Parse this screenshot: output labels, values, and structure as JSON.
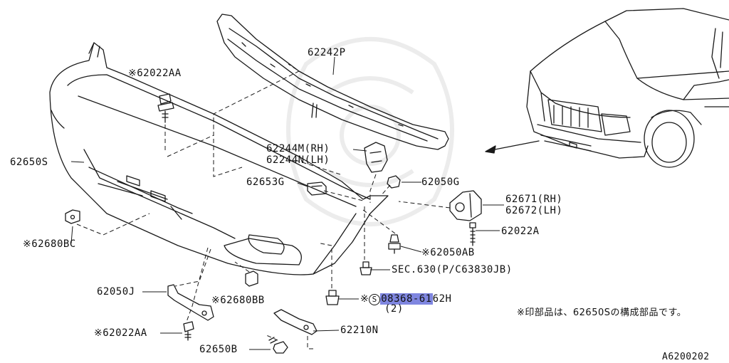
{
  "labels": {
    "p62022AA_top": "※62022AA",
    "p62242P": "62242P",
    "p62650S": "62650S",
    "p62244M": "62244M(RH)",
    "p62244N": "62244N(LH)",
    "p62653G": "62653G",
    "p62050G": "62050G",
    "p62671": "62671(RH)",
    "p62672": "62672(LH)",
    "p62022A": "62022A",
    "p62680BC": "※62680BC",
    "p62050AB": "※62050AB",
    "sec630": "SEC.630(P/C63830JB)",
    "p62050J": "62050J",
    "p62680BB": "※62680BB",
    "screw_prefix": "※",
    "screw_s": "S",
    "screw_part_highlight": "08368-61",
    "screw_part_rest": "62H",
    "screw_qty": "(2)",
    "p62022AA_bottom": "※62022AA",
    "p62210N": "62210N",
    "p62650B": "62650B",
    "note": "※印部品は、62650Sの構成部品です。",
    "diagram_code": "A6200202"
  },
  "colors": {
    "line": "#1a1a1a",
    "highlight": "#7f86e0",
    "background": "#ffffff"
  }
}
